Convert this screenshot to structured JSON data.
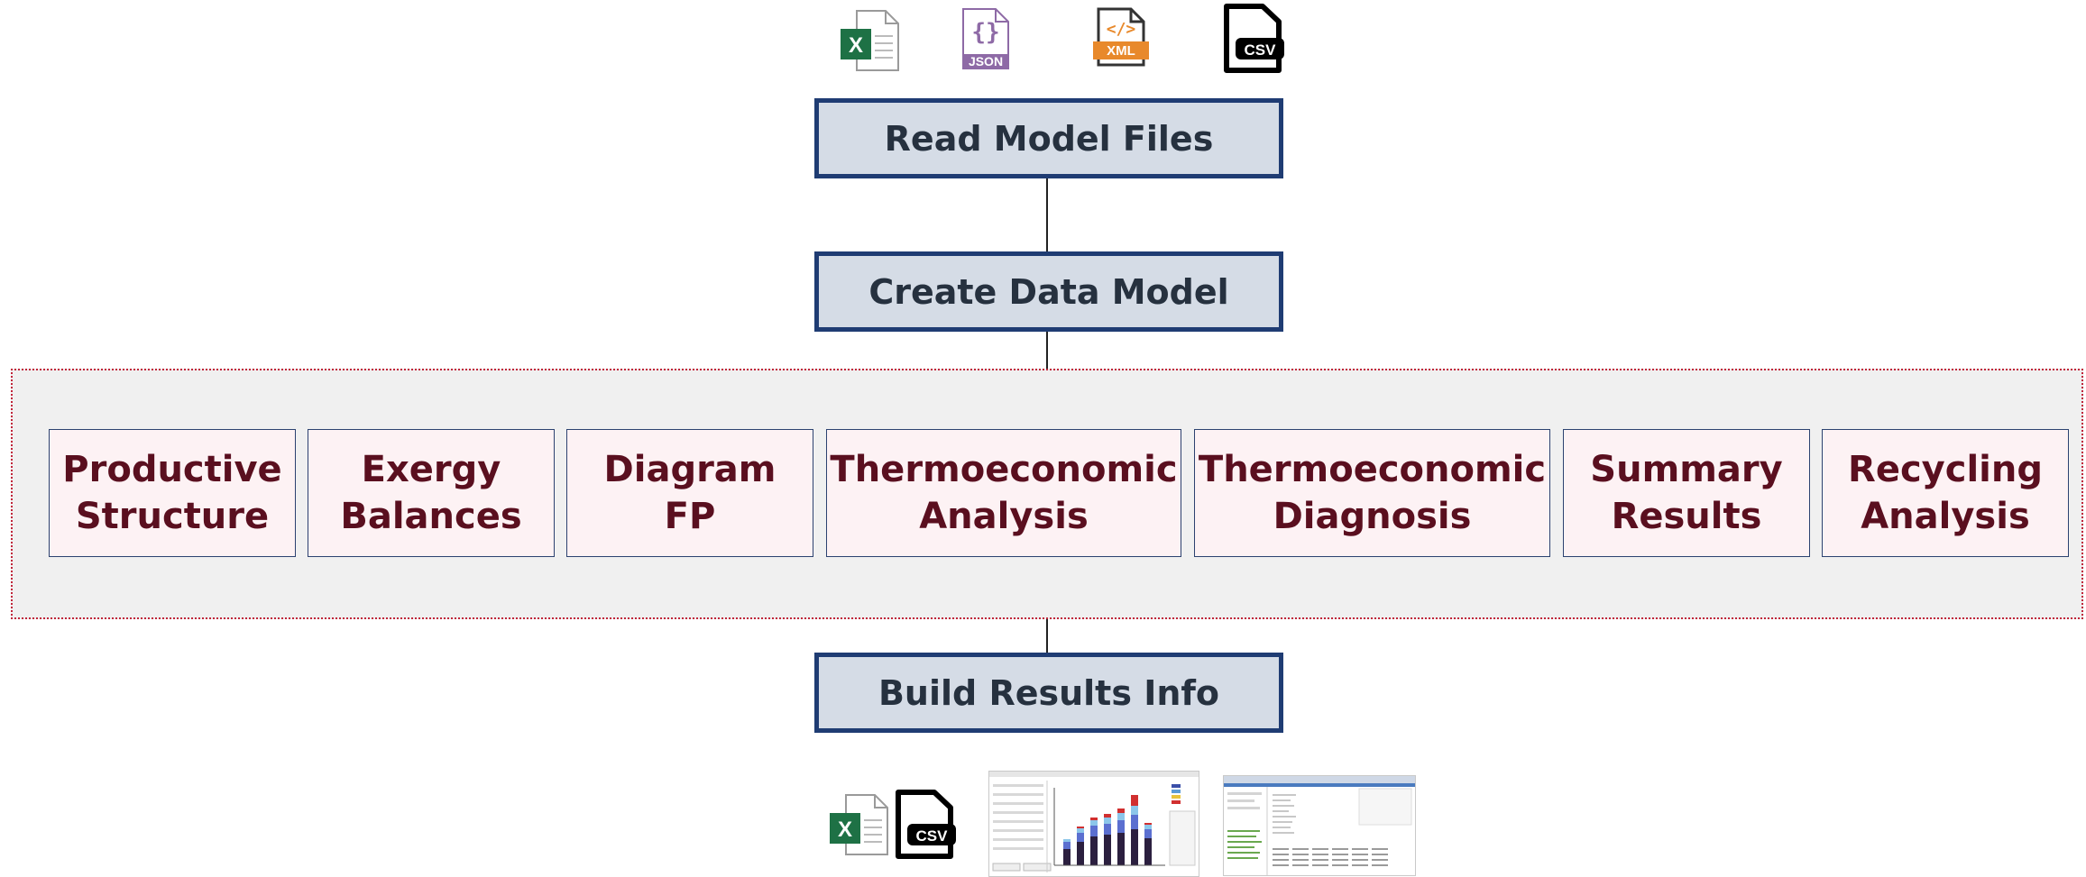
{
  "pipeline": {
    "read_files": "Read Model Files",
    "create_model": "Create Data Model",
    "build_results": "Build Results Info"
  },
  "modules": [
    {
      "line1": "Productive",
      "line2": "Structure"
    },
    {
      "line1": "Exergy",
      "line2": "Balances"
    },
    {
      "line1": "Diagram FP",
      "line2": ""
    },
    {
      "line1": "Thermoeconomic",
      "line2": "Analysis"
    },
    {
      "line1": "Thermoeconomic",
      "line2": "Diagnosis"
    },
    {
      "line1": "Summary",
      "line2": "Results"
    },
    {
      "line1": "Recycling",
      "line2": "Analysis"
    }
  ],
  "input_icons": {
    "excel": "X",
    "json_brace": "{}",
    "json": "JSON",
    "xml_tag": "</>",
    "xml": "XML",
    "csv": "CSV"
  },
  "output_icons": {
    "excel": "X",
    "csv": "CSV"
  },
  "colors": {
    "stage_fill": "#d5dce6",
    "stage_border": "#1f3c73",
    "module_fill": "#fdf2f4",
    "module_text": "#5a0f1f",
    "group_border": "#c0243a",
    "excel_green": "#1e7145",
    "json_purple": "#8e6aa6",
    "xml_orange": "#e8892b"
  }
}
